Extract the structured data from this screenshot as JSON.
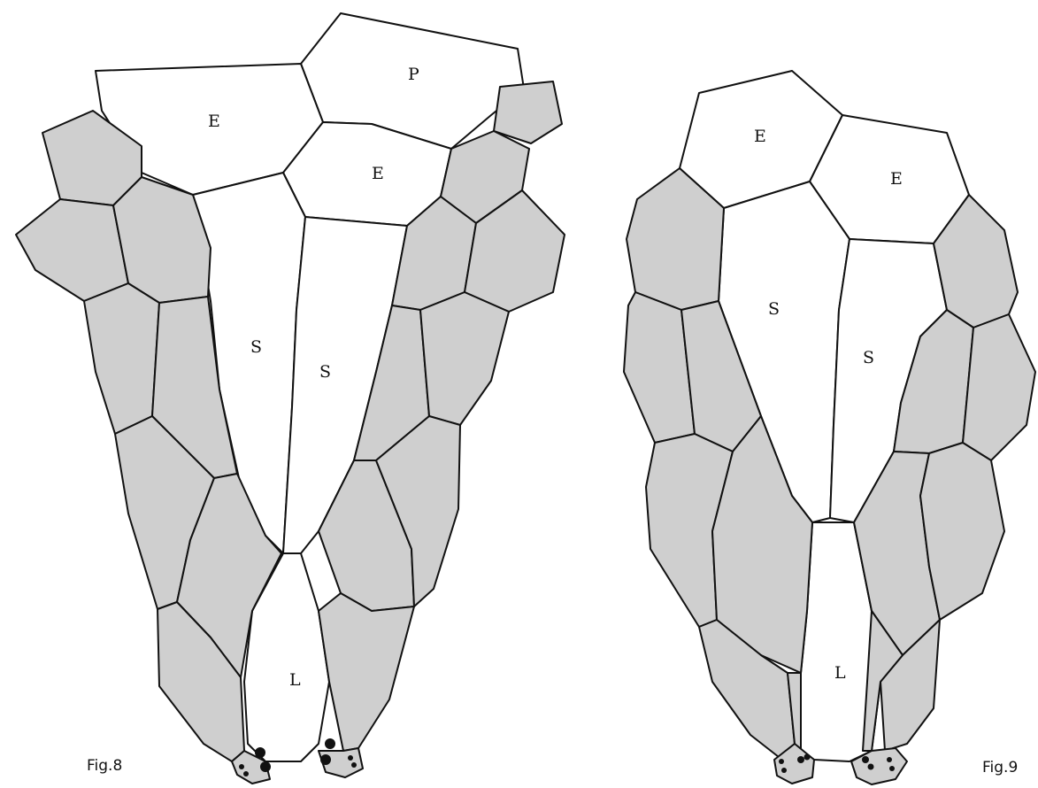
{
  "figures": [
    {
      "caption": "Fig.8",
      "labels": {
        "p": "P",
        "e_left": "E",
        "e_right": "E",
        "s_left": "S",
        "s_right": "S",
        "l": "L"
      }
    },
    {
      "caption": "Fig.9",
      "labels": {
        "e_left": "E",
        "e_right": "E",
        "s_left": "S",
        "s_right": "S",
        "l": "L"
      }
    }
  ],
  "colors": {
    "shaded_cell": "#cfcfcf",
    "outline": "#111111",
    "background": "#ffffff"
  }
}
